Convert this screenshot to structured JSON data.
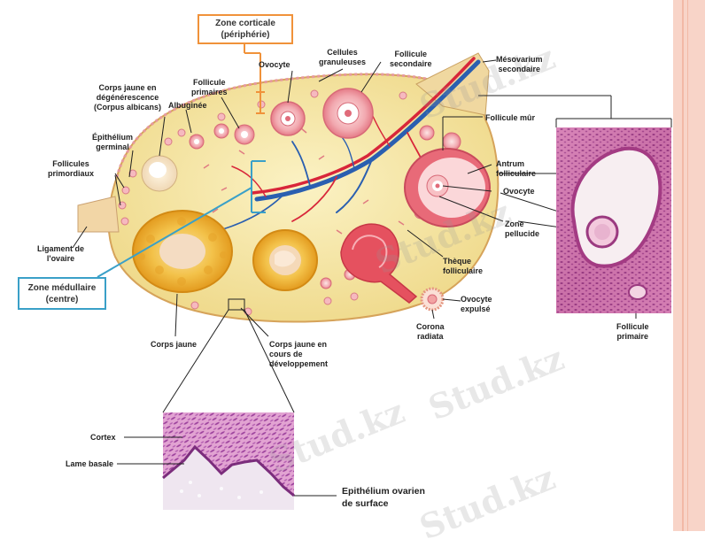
{
  "zones": {
    "corticale": "Zone corticale\n(périphérie)",
    "medullaire": "Zone médullaire\n(centre)"
  },
  "labels": {
    "ovocyte_top": "Ovocyte",
    "cellules_granuleuses": "Cellules\ngranuleuses",
    "follicule_secondaire": "Follicule\nsecondaire",
    "mesovarium": "Mésovarium\nsecondaire",
    "corps_jaune_degen": "Corps jaune en\ndégénérescence\n(Corpus albicans)",
    "follicule_primaires": "Follicule\nprimaires",
    "albuginee": "Albuginée",
    "epithelium_germinal": "Épithélium\ngerminal",
    "follicules_primordiaux": "Follicules\nprimordiaux",
    "ligament": "Ligament de\nl'ovaire",
    "follicule_mur": "Follicule mûr",
    "antrum": "Antrum\nfolliculaire",
    "ovocyte_right": "Ovocyte",
    "zone_pellucide": "Zone\npellucide",
    "theque": "Thèque\nfolliculaire",
    "ovocyte_expulse": "Ovocyte\nexpulsé",
    "corona": "Corona\nradiata",
    "corps_jaune": "Corps jaune",
    "corps_jaune_dev": "Corps jaune en\ncours de\ndéveloppement",
    "follicule_primaire": "Follicule\nprimaire",
    "cortex": "Cortex",
    "lame_basale": "Lame basale",
    "epithelium_ovarien": "Epithélium ovarien\nde surface"
  },
  "watermark": "Stud.kz",
  "colors": {
    "ovary": "#f6e7a0",
    "vein": "#2a5fb0",
    "artery": "#d8263a",
    "follicle": "#f2a9b0",
    "corpus_luteum": "#f1b935",
    "histo": "#c9579a",
    "accent_orange": "#f0923a",
    "accent_blue": "#3aa0c8"
  }
}
